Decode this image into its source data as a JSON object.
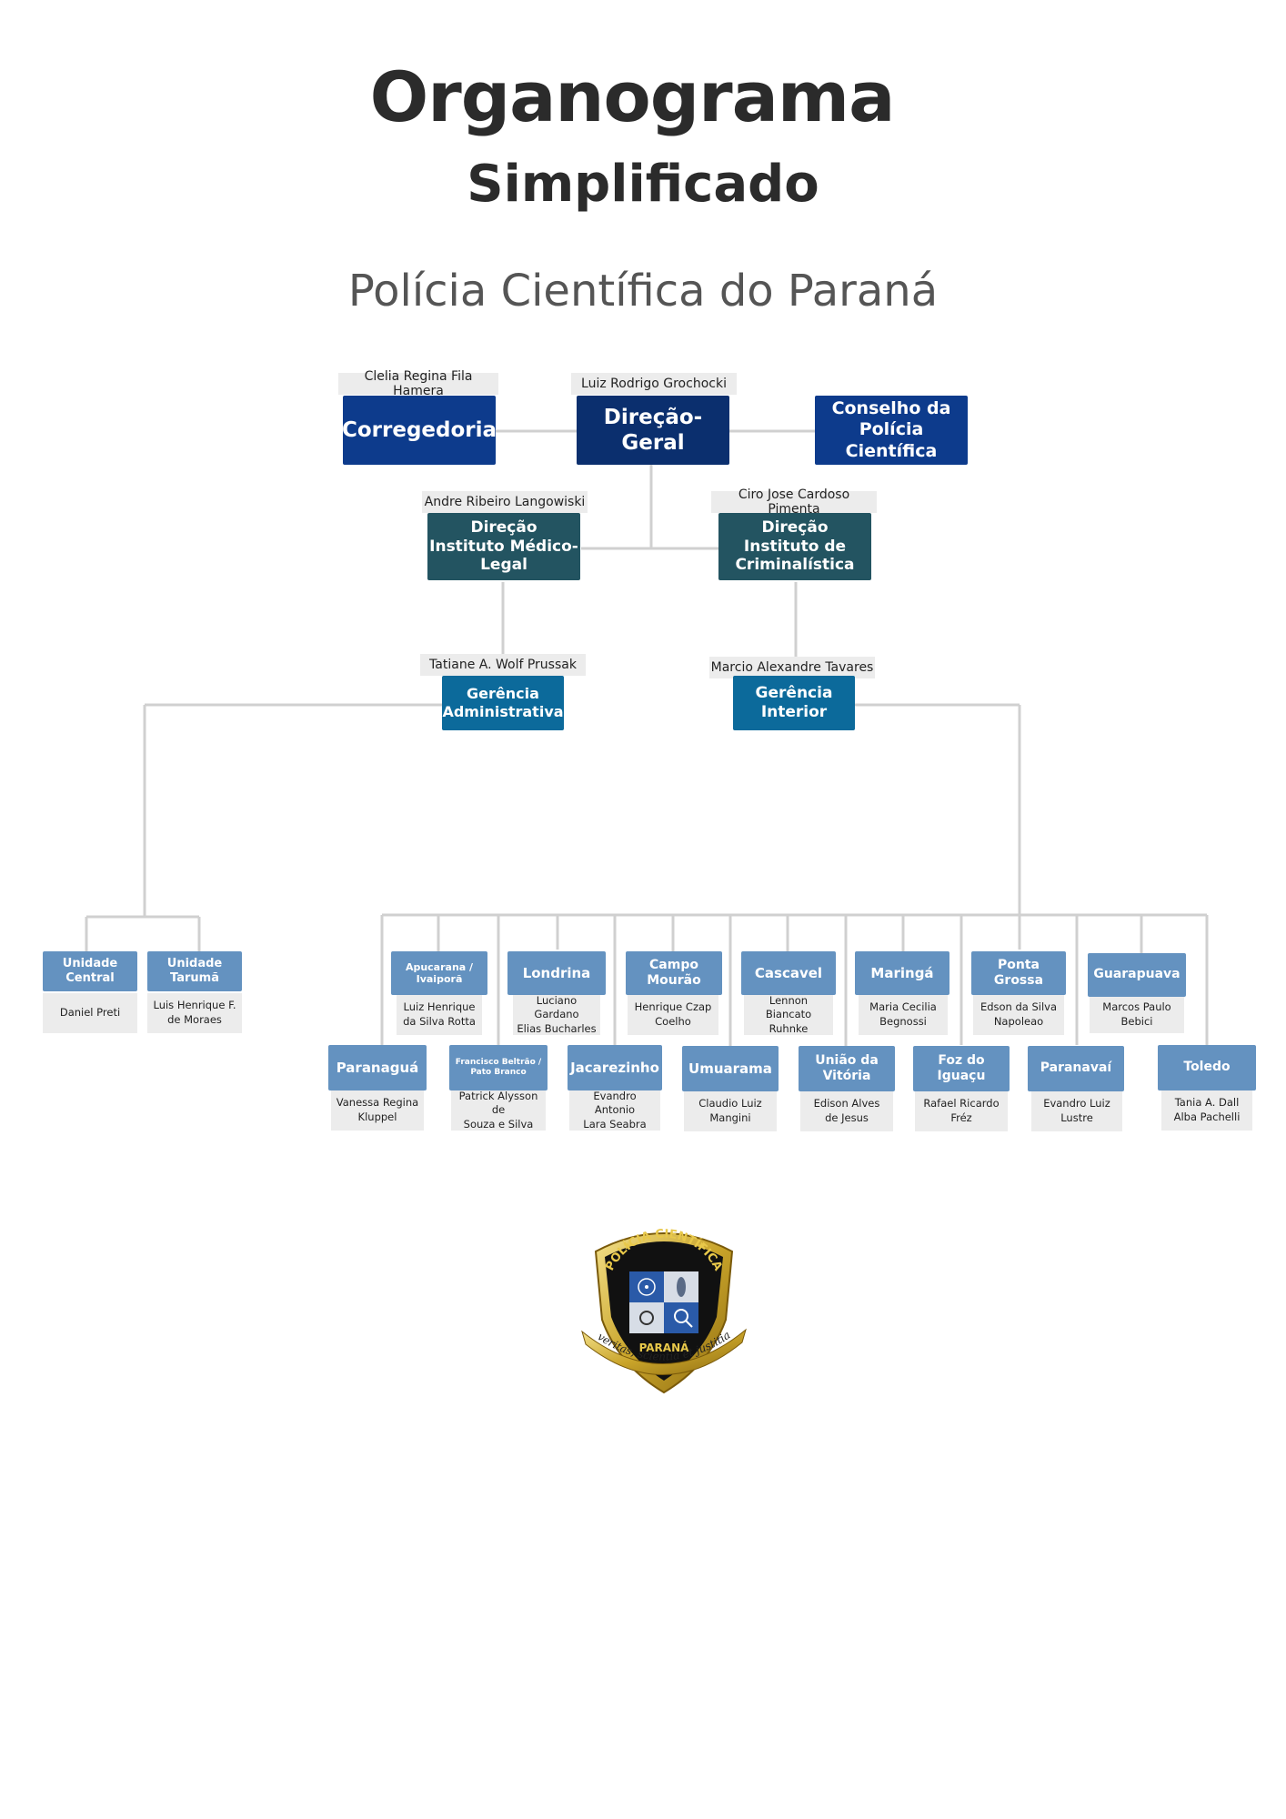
{
  "header": {
    "title_line1": "Organograma",
    "title_line2": "Simplificado",
    "subtitle": "Polícia Científica do Paraná"
  },
  "top": {
    "corregedoria": {
      "label": "Corregedoria",
      "person": "Clelia Regina Fila Hamera"
    },
    "direcao_geral": {
      "label": "Direção-Geral",
      "person": "Luiz Rodrigo Grochocki"
    },
    "conselho": {
      "label_line1": "Conselho da",
      "label_line2": "Polícia Científica"
    }
  },
  "directorates": {
    "iml": {
      "l1": "Direção",
      "l2": "Instituto Médico-",
      "l3": "Legal",
      "person": "Andre Ribeiro Langowiski"
    },
    "ic": {
      "l1": "Direção",
      "l2": "Instituto de",
      "l3": "Criminalística",
      "person": "Ciro Jose Cardoso Pimenta"
    }
  },
  "managements": {
    "admin": {
      "l1": "Gerência",
      "l2": "Administrativa",
      "person": "Tatiane A. Wolf Prussak"
    },
    "interior": {
      "l1": "Gerência",
      "l2": "Interior",
      "person": "Marcio Alexandre Tavares"
    }
  },
  "units": [
    {
      "l1": "Unidade",
      "l2": "Central",
      "p1": "Daniel Preti",
      "p2": ""
    },
    {
      "l1": "Unidade",
      "l2": "Tarumã",
      "p1": "Luis Henrique F.",
      "p2": "de Moraes"
    },
    {
      "l1": "Apucarana /",
      "l2": "Ivaiporã",
      "p1": "Luiz Henrique",
      "p2": "da Silva Rotta"
    },
    {
      "l1": "Londrina",
      "l2": "",
      "p1": "Luciano Gardano",
      "p2": "Elias Bucharles"
    },
    {
      "l1": "Campo",
      "l2": "Mourão",
      "p1": "Henrique Czap",
      "p2": "Coelho"
    },
    {
      "l1": "Cascavel",
      "l2": "",
      "p1": "Lennon Biancato",
      "p2": "Ruhnke"
    },
    {
      "l1": "Maringá",
      "l2": "",
      "p1": "Maria Cecilia",
      "p2": "Begnossi"
    },
    {
      "l1": "Ponta",
      "l2": "Grossa",
      "p1": "Edson da Silva",
      "p2": "Napoleao"
    },
    {
      "l1": "Guarapuava",
      "l2": "",
      "p1": "Marcos Paulo Bebici",
      "p2": ""
    },
    {
      "l1": "Paranaguá",
      "l2": "",
      "p1": "Vanessa Regina",
      "p2": "Kluppel"
    },
    {
      "l1": "Francisco Beltrão /",
      "l2": "Pato Branco",
      "p1": "Patrick Alysson de",
      "p2": "Souza e Silva"
    },
    {
      "l1": "Jacarezinho",
      "l2": "",
      "p1": "Evandro Antonio",
      "p2": "Lara Seabra"
    },
    {
      "l1": "Umuarama",
      "l2": "",
      "p1": "Claudio Luiz",
      "p2": "Mangini"
    },
    {
      "l1": "União da",
      "l2": "Vitória",
      "p1": "Edison Alves",
      "p2": "de Jesus"
    },
    {
      "l1": "Foz do",
      "l2": "Iguaçu",
      "p1": "Rafael Ricardo",
      "p2": "Fréz"
    },
    {
      "l1": "Paranavaí",
      "l2": "",
      "p1": "Evandro Luiz",
      "p2": "Lustre"
    },
    {
      "l1": "Toledo",
      "l2": "",
      "p1": "Tania A. Dall",
      "p2": "Alba Pachelli"
    }
  ],
  "logo": {
    "arc_text": "POLÍCIA CIENTÍFICA",
    "state_text": "PARANÁ",
    "motto": "veritas, scientia et justitia"
  },
  "colors": {
    "navy": "#0b2f6e",
    "blue": "#0d3b8c",
    "teal": "#235461",
    "cyan": "#0c6a9b",
    "light_blue": "#6492c0",
    "connector": "#d0d0d0",
    "name_tag": "#ececec"
  }
}
